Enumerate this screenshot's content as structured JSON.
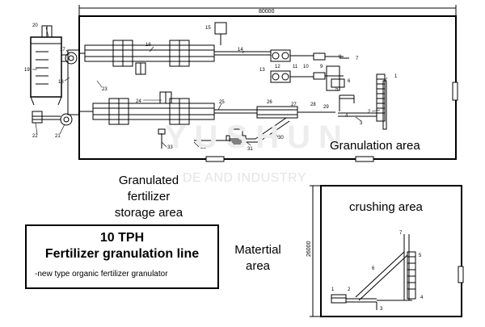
{
  "dimensions": {
    "length": "80000",
    "width": "26000"
  },
  "areas": {
    "granulation": "Granulation area",
    "storage_line1": "Granulated fertilizer",
    "storage_line2": "storage area",
    "material_line1": "Matertial",
    "material_line2": "area",
    "crushing": "crushing area"
  },
  "title_box": {
    "line1": "10 TPH",
    "line2": "Fertilizer granulation line",
    "subtitle": "-new type organic fertilizer granulator"
  },
  "watermark": {
    "text": "DE AND INDUSTRY",
    "brand": "YUSHUN"
  },
  "granulation_line_numbers": [
    "1",
    "2",
    "3",
    "4",
    "5",
    "6",
    "7",
    "8",
    "9",
    "10",
    "11",
    "12",
    "13",
    "14",
    "15",
    "16",
    "17",
    "18",
    "19",
    "20",
    "21",
    "22",
    "23",
    "24",
    "25",
    "26",
    "27",
    "28",
    "29",
    "30",
    "31",
    "32",
    "33"
  ],
  "crushing_line_numbers": [
    "1",
    "2",
    "3",
    "4",
    "5",
    "6",
    "7"
  ],
  "colors": {
    "line": "#000000",
    "background": "#ffffff",
    "watermark": "#e4e4e4"
  }
}
